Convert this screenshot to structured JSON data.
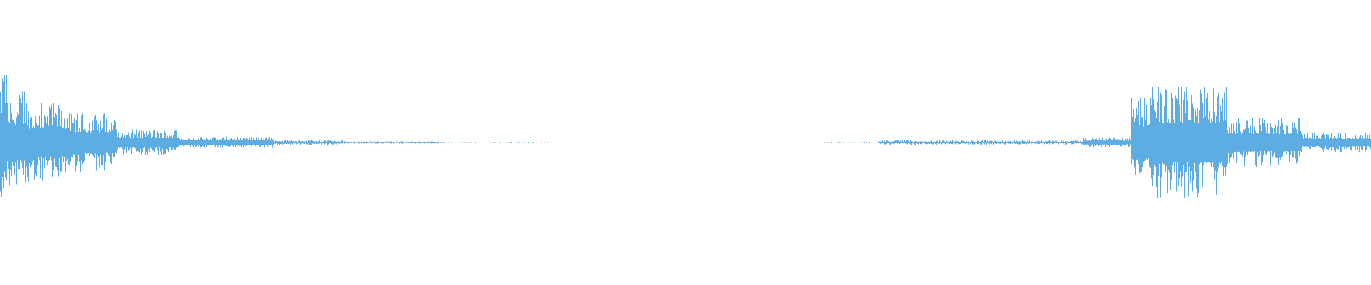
{
  "waveform": {
    "color": "#5dade2",
    "background": "#ffffff",
    "segments": [
      {
        "from": 0.0,
        "to": 0.005,
        "amp": 0.98
      },
      {
        "from": 0.005,
        "to": 0.02,
        "amp": 0.62
      },
      {
        "from": 0.02,
        "to": 0.05,
        "amp": 0.48
      },
      {
        "from": 0.05,
        "to": 0.085,
        "amp": 0.36
      },
      {
        "from": 0.085,
        "to": 0.13,
        "amp": 0.16
      },
      {
        "from": 0.13,
        "to": 0.2,
        "amp": 0.07
      },
      {
        "from": 0.2,
        "to": 0.25,
        "amp": 0.03
      },
      {
        "from": 0.25,
        "to": 0.32,
        "amp": 0.015
      },
      {
        "from": 0.32,
        "to": 0.4,
        "amp": 0.008,
        "sparse": true
      },
      {
        "from": 0.4,
        "to": 0.6,
        "amp": 0.0
      },
      {
        "from": 0.6,
        "to": 0.64,
        "amp": 0.008,
        "sparse": true
      },
      {
        "from": 0.64,
        "to": 0.79,
        "amp": 0.025
      },
      {
        "from": 0.79,
        "to": 0.825,
        "amp": 0.06
      },
      {
        "from": 0.825,
        "to": 0.84,
        "amp": 0.55
      },
      {
        "from": 0.84,
        "to": 0.895,
        "amp": 0.68
      },
      {
        "from": 0.895,
        "to": 0.95,
        "amp": 0.3
      },
      {
        "from": 0.95,
        "to": 1.0,
        "amp": 0.12
      }
    ]
  }
}
